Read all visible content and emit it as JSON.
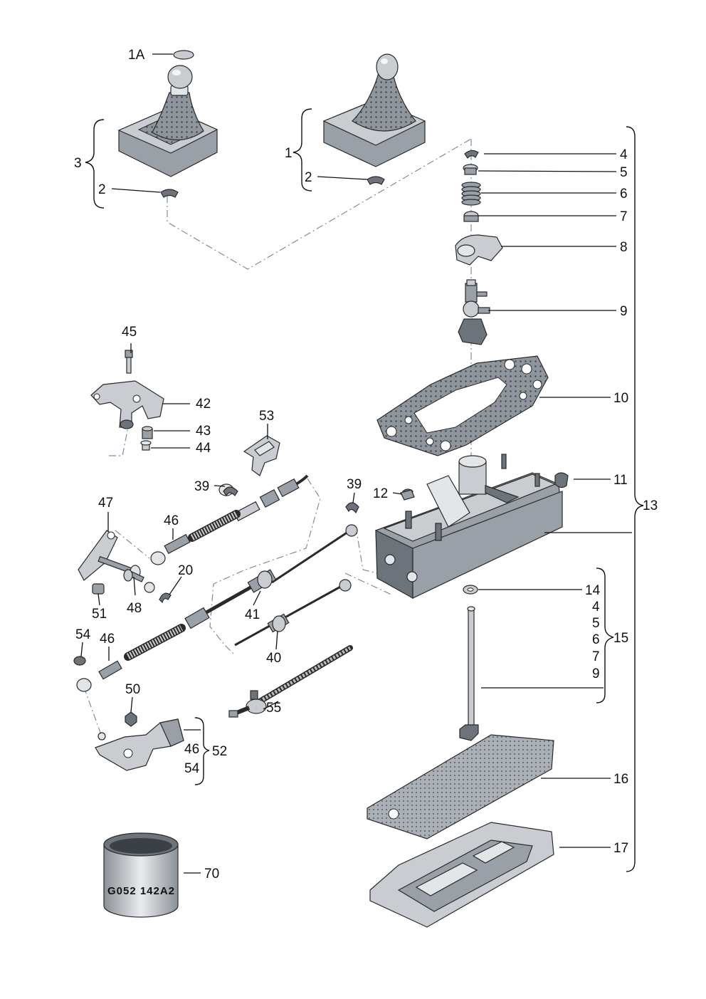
{
  "diagram": {
    "stamp": "G052 142A2",
    "callouts": [
      {
        "id": "c-1A",
        "text": "1A"
      },
      {
        "id": "c-3",
        "text": "3"
      },
      {
        "id": "c-2a",
        "text": "2"
      },
      {
        "id": "c-1",
        "text": "1"
      },
      {
        "id": "c-2b",
        "text": "2"
      },
      {
        "id": "c-4",
        "text": "4"
      },
      {
        "id": "c-5",
        "text": "5"
      },
      {
        "id": "c-6",
        "text": "6"
      },
      {
        "id": "c-7",
        "text": "7"
      },
      {
        "id": "c-8",
        "text": "8"
      },
      {
        "id": "c-9",
        "text": "9"
      },
      {
        "id": "c-45",
        "text": "45"
      },
      {
        "id": "c-42",
        "text": "42"
      },
      {
        "id": "c-43",
        "text": "43"
      },
      {
        "id": "c-44",
        "text": "44"
      },
      {
        "id": "c-10",
        "text": "10"
      },
      {
        "id": "c-53",
        "text": "53"
      },
      {
        "id": "c-39a",
        "text": "39"
      },
      {
        "id": "c-39b",
        "text": "39"
      },
      {
        "id": "c-12",
        "text": "12"
      },
      {
        "id": "c-11",
        "text": "11"
      },
      {
        "id": "c-13",
        "text": "13"
      },
      {
        "id": "c-47",
        "text": "47"
      },
      {
        "id": "c-46a",
        "text": "46"
      },
      {
        "id": "c-20",
        "text": "20"
      },
      {
        "id": "c-48",
        "text": "48"
      },
      {
        "id": "c-51",
        "text": "51"
      },
      {
        "id": "c-14",
        "text": "14"
      },
      {
        "id": "c-41",
        "text": "41"
      },
      {
        "id": "c-15-4",
        "text": "4"
      },
      {
        "id": "c-15-5",
        "text": "5"
      },
      {
        "id": "c-15-6",
        "text": "6"
      },
      {
        "id": "c-15-7",
        "text": "7"
      },
      {
        "id": "c-15-9",
        "text": "9"
      },
      {
        "id": "c-15",
        "text": "15"
      },
      {
        "id": "c-54a",
        "text": "54"
      },
      {
        "id": "c-46b",
        "text": "46"
      },
      {
        "id": "c-40",
        "text": "40"
      },
      {
        "id": "c-50",
        "text": "50"
      },
      {
        "id": "c-55",
        "text": "55"
      },
      {
        "id": "c-52-46",
        "text": "46"
      },
      {
        "id": "c-52",
        "text": "52"
      },
      {
        "id": "c-52-54",
        "text": "54"
      },
      {
        "id": "c-16",
        "text": "16"
      },
      {
        "id": "c-17",
        "text": "17"
      },
      {
        "id": "c-70",
        "text": "70"
      }
    ]
  }
}
